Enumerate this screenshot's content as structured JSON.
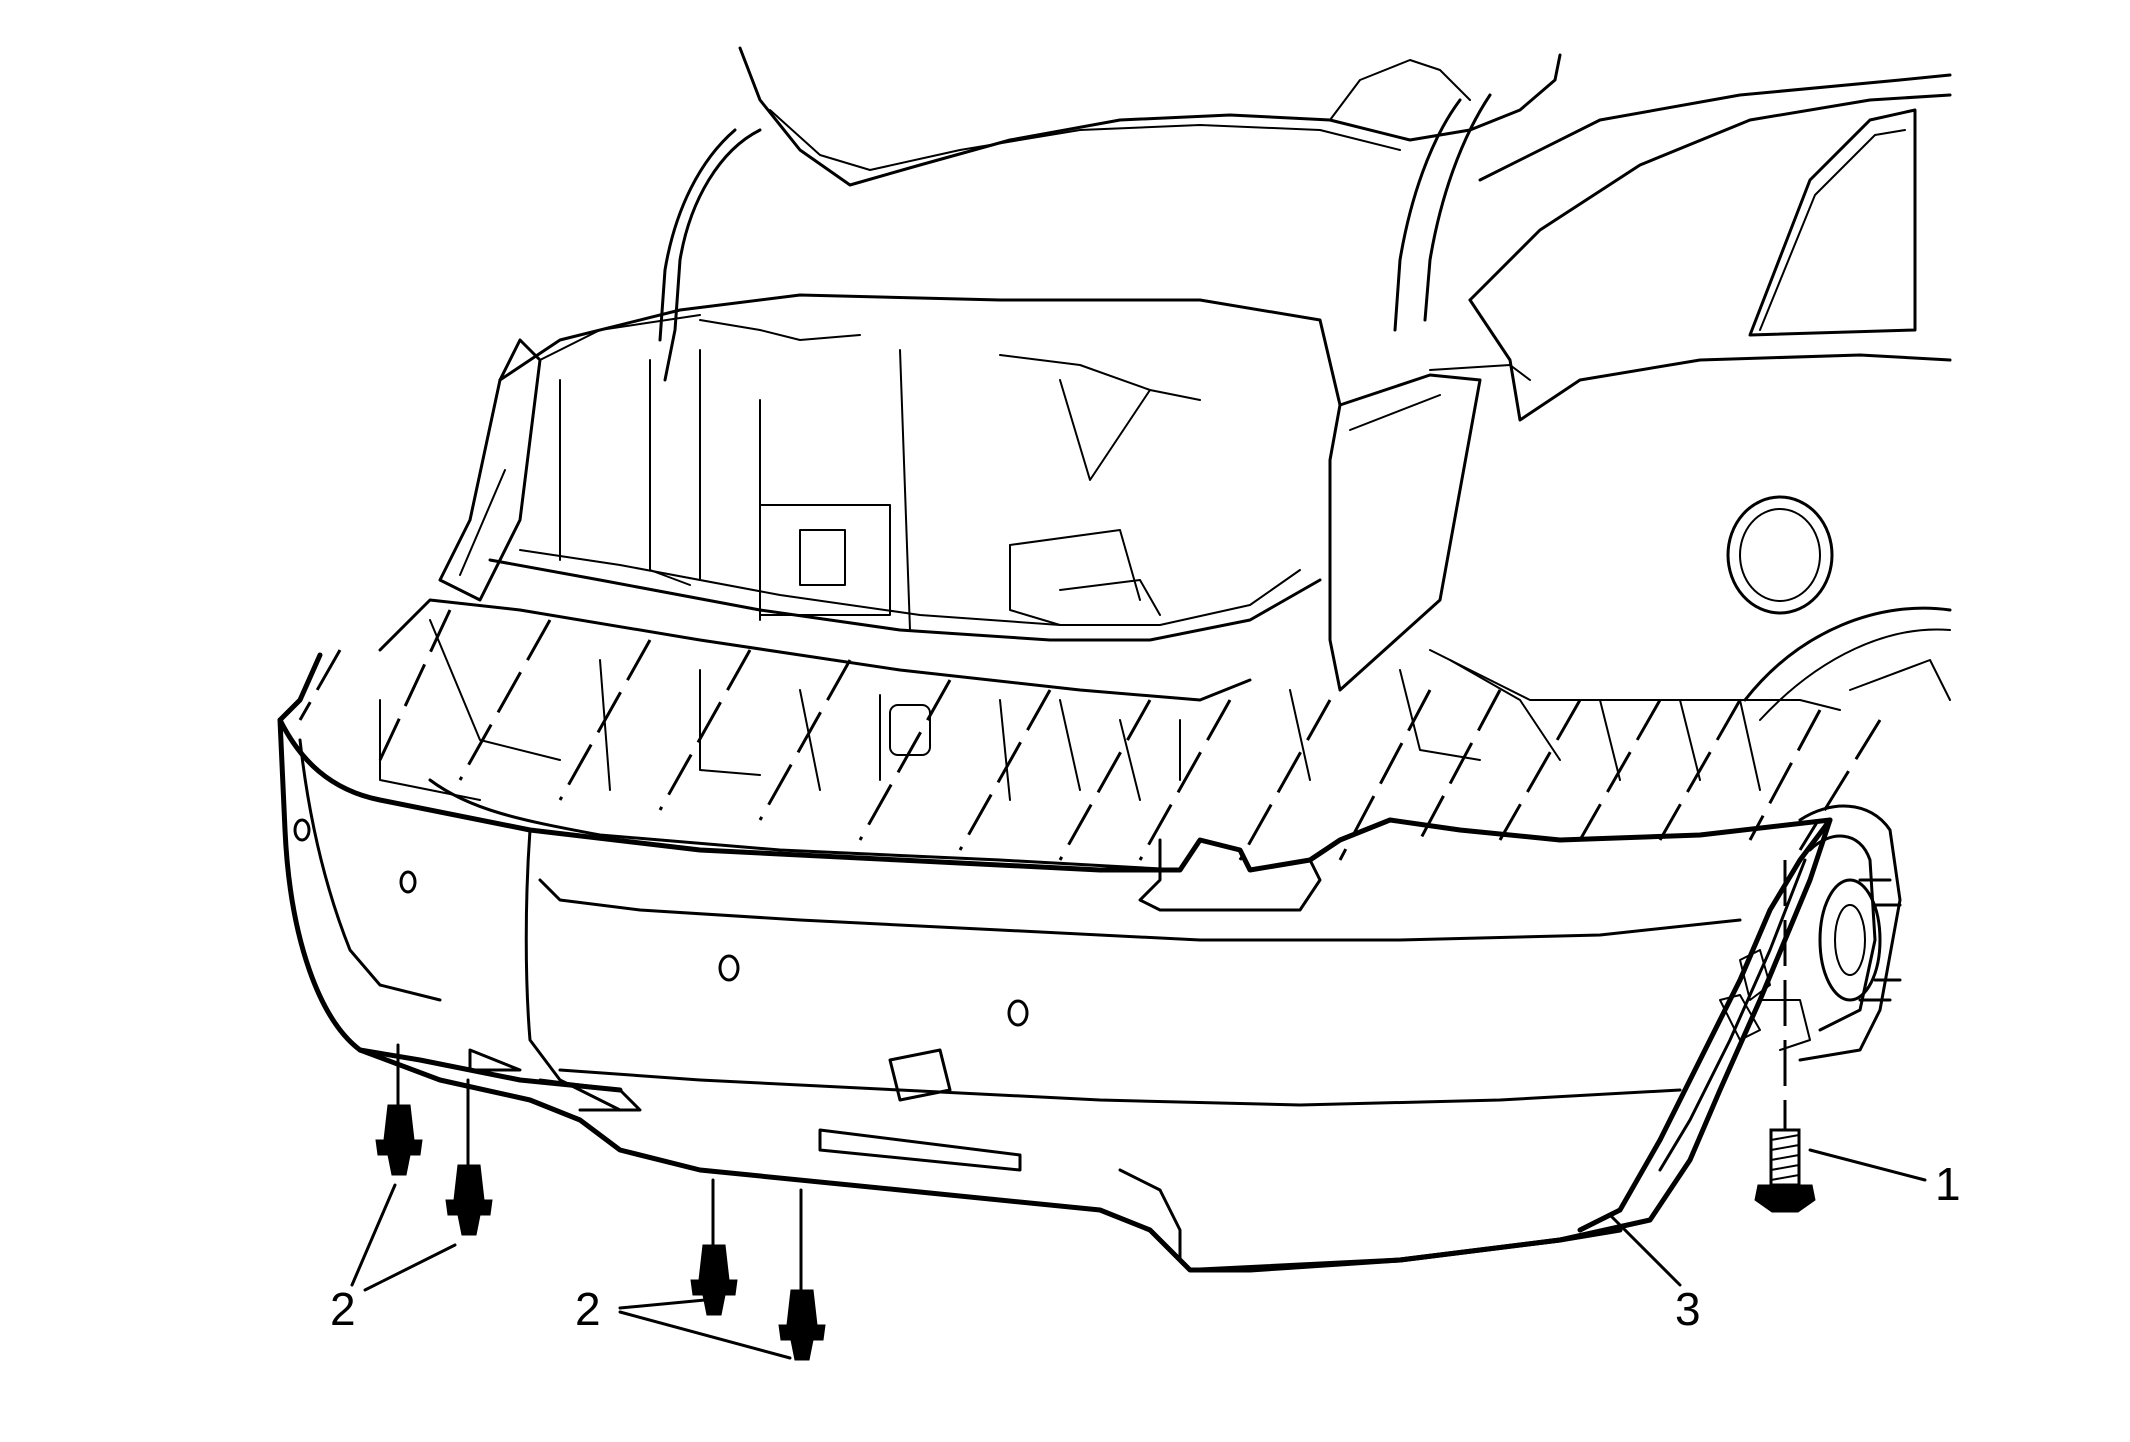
{
  "callouts": {
    "bolt": "1",
    "retainers_left": "2",
    "retainers_center": "2",
    "fascia": "3"
  }
}
